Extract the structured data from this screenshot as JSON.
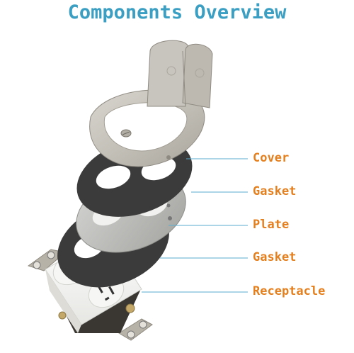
{
  "title": "Components Overview",
  "labels": {
    "cover": "Cover",
    "gasket_top": "Gasket",
    "plate": "Plate",
    "gasket_bottom": "Gasket",
    "receptacle": "Receptacle"
  },
  "colors": {
    "title": "#3a9fc2",
    "label": "#e57f1d",
    "leader": "#5aaed1"
  }
}
